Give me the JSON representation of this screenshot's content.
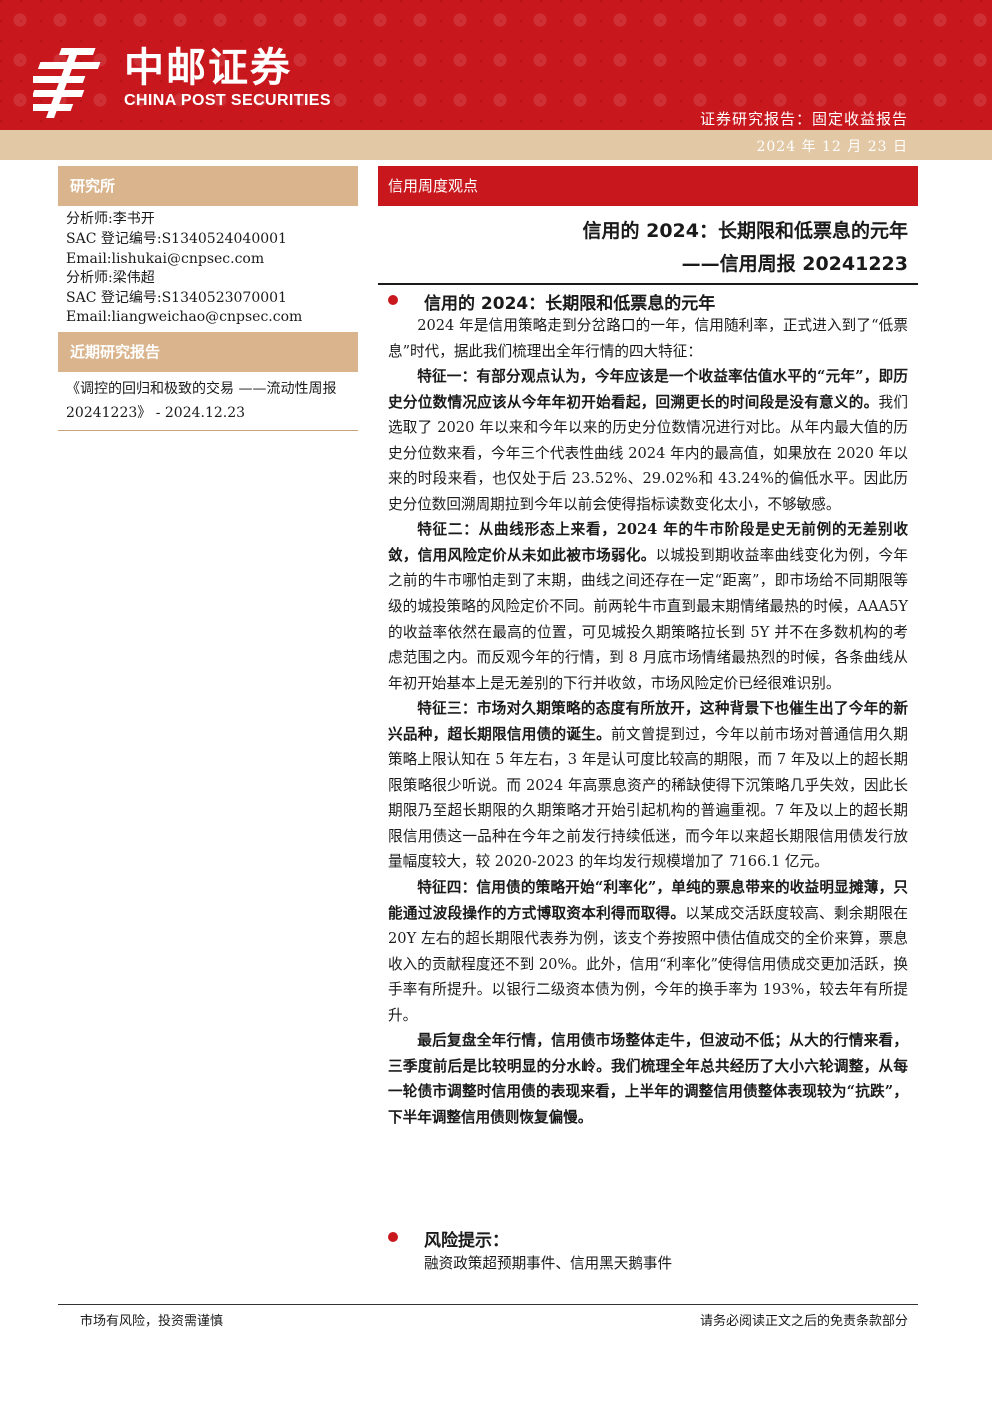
{
  "header": {
    "brand_cn": "中邮证券",
    "brand_en": "CHINA POST SECURITIES",
    "report_type": "证券研究报告：固定收益报告",
    "date": "2024 年 12 月 23 日",
    "logo_icon": "china-post-logo-icon"
  },
  "sidebar": {
    "research_title": "研究所",
    "analysts": [
      "分析师:李书开",
      "SAC 登记编号:S1340524040001",
      "Email:lishukai@cnpsec.com",
      "分析师:梁伟超",
      "SAC 登记编号:S1340523070001",
      "Email:liangweichao@cnpsec.com"
    ],
    "recent_title": "近期研究报告",
    "recent_report": "《调控的回归和极致的交易 ——流动性周报 20241223》 - 2024.12.23"
  },
  "main": {
    "section_label": "信用周度观点",
    "title_line1": "信用的 2024：长期限和低票息的元年",
    "title_line2": "——信用周报 20241223",
    "section1_title": "信用的 2024：长期限和低票息的元年",
    "intro": "2024 年是信用策略走到分岔路口的一年，信用随利率，正式进入到了“低票息”时代，据此我们梳理出全年行情的四大特征：",
    "f1_bold": "特征一：有部分观点认为，今年应该是一个收益率估值水平的“元年”，即历史分位数情况应该从今年年初开始看起，回溯更长的时间段是没有意义的。",
    "f1_text": "我们选取了 2020 年以来和今年以来的历史分位数情况进行对比。从年内最大值的历史分位数来看，今年三个代表性曲线 2024 年内的最高值，如果放在 2020 年以来的时段来看，也仅处于后 23.52%、29.02%和 43.24%的偏低水平。因此历史分位数回溯周期拉到今年以前会使得指标读数变化太小，不够敏感。",
    "f2_bold": "特征二：从曲线形态上来看，2024 年的牛市阶段是史无前例的无差别收敛，信用风险定价从未如此被市场弱化。",
    "f2_text": "以城投到期收益率曲线变化为例，今年之前的牛市哪怕走到了末期，曲线之间还存在一定“距离”，即市场给不同期限等级的城投策略的风险定价不同。前两轮牛市直到最末期情绪最热的时候，AAA5Y 的收益率依然在最高的位置，可见城投久期策略拉长到 5Y 并不在多数机构的考虑范围之内。而反观今年的行情，到 8 月底市场情绪最热烈的时候，各条曲线从年初开始基本上是无差别的下行并收敛，市场风险定价已经很难识别。",
    "f3_bold": "特征三：市场对久期策略的态度有所放开，这种背景下也催生出了今年的新兴品种，超长期限信用债的诞生。",
    "f3_text": "前文曾提到过，今年以前市场对普通信用久期策略上限认知在 5 年左右，3 年是认可度比较高的期限，而 7 年及以上的超长期限策略很少听说。而 2024 年高票息资产的稀缺使得下沉策略几乎失效，因此长期限乃至超长期限的久期策略才开始引起机构的普遍重视。7 年及以上的超长期限信用债这一品种在今年之前发行持续低迷，而今年以来超长期限信用债发行放量幅度较大，较 2020-2023 的年均发行规模增加了 7166.1 亿元。",
    "f4_bold": "特征四：信用债的策略开始“利率化”，单纯的票息带来的收益明显摊薄，只能通过波段操作的方式博取资本利得而取得。",
    "f4_text": "以某成交活跃度较高、剩余期限在 20Y 左右的超长期限代表券为例，该支个券按照中债估值成交的全价来算，票息收入的贡献程度还不到 20%。此外，信用“利率化”使得信用债成交更加活跃，换手率有所提升。以银行二级资本债为例，今年的换手率为 193%，较去年有所提升。",
    "final_bold": "最后复盘全年行情，信用债市场整体走牛，但波动不低；从大的行情来看，三季度前后是比较明显的分水岭。我们梳理全年总共经历了大小六轮调整，从每一轮债市调整时信用债的表现来看，上半年的调整信用债整体表现较为“抗跌”，下半年调整信用债则恢复偏慢。",
    "risk_title": "风险提示：",
    "risk_text": "融资政策超预期事件、信用黑天鹅事件"
  },
  "footer": {
    "left": "市场有风险，投资需谨慎",
    "right": "请务必阅读正文之后的免责条款部分"
  },
  "colors": {
    "brand_red": "#c8181e",
    "tan": "#d9b48d",
    "date_bar": "#e2c8a5"
  }
}
